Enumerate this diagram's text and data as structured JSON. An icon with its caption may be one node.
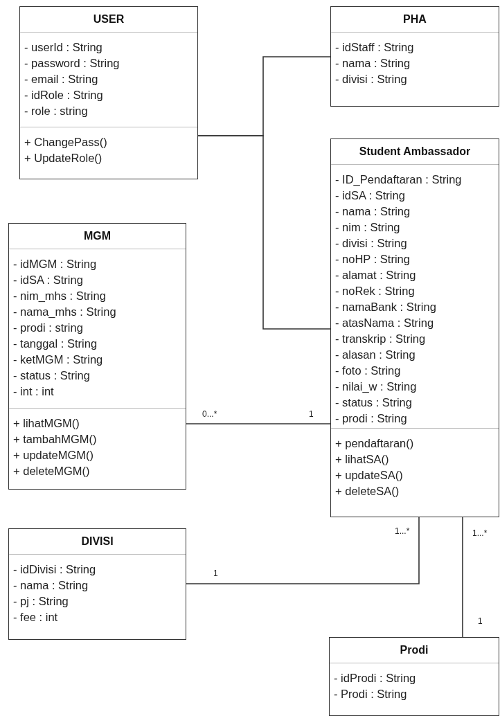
{
  "diagram": {
    "nodes": [
      {
        "text": [
          "USER"
        ]
      },
      {
        "text": [
          "- userId : String",
          "- password : String",
          "- email : String",
          "- idRole : String",
          "- role : string"
        ],
        "in": 0
      },
      {
        "text": [
          "+ ChangePass()",
          "+ UpdateRole()"
        ],
        "in": 0
      },
      {
        "text": [
          "PHA"
        ]
      },
      {
        "text": [
          "- idStaff : String",
          "- nama : String",
          "- divisi : String"
        ],
        "in": 3
      },
      {
        "text": [
          "Student Ambassador"
        ]
      },
      {
        "text": [
          "- ID_Pendaftaran : String",
          "- idSA : String",
          "- nama : String",
          "- nim : String",
          "- divisi : String",
          "- noHP : String",
          "- alamat : String",
          "- noRek : String",
          "- namaBank : String",
          "- atasNama : String",
          "- transkrip : String",
          "- alasan : String",
          "- foto : String",
          "- nilai_w : String",
          "- status : String",
          "- prodi : String"
        ],
        "in": 5
      },
      {
        "text": [
          "+ pendaftaran()",
          "+ lihatSA()",
          "+ updateSA()",
          "+ deleteSA()"
        ],
        "in": 5
      },
      {
        "text": [
          "MGM"
        ]
      },
      {
        "text": [
          "- idMGM : String",
          "- idSA : String",
          "- nim_mhs : String",
          "- nama_mhs : String",
          "- prodi : string",
          "- tanggal : String",
          "- ketMGM : String",
          "- status : String",
          "- int : int"
        ],
        "in": 8
      },
      {
        "text": [
          "+ lihatMGM()",
          "+ tambahMGM()",
          "+ updateMGM()",
          "+ deleteMGM()"
        ],
        "in": 8
      },
      {
        "text": [
          "DIVISI"
        ]
      },
      {
        "text": [
          "- idDivisi : String",
          "- nama : String",
          "- pj : String",
          "- fee : int"
        ],
        "in": 11
      },
      {
        "text": [
          "Prodi"
        ]
      },
      {
        "text": [
          "- idProdi : String",
          "- Prodi : String"
        ],
        "in": 13
      }
    ],
    "edges": [
      {
        "from": 0,
        "to": 3,
        "arrow": "none"
      },
      {
        "from": 0,
        "to": 5,
        "arrow": "none"
      },
      {
        "from": 8,
        "to": 5,
        "arrow": "none"
      },
      {
        "from": 11,
        "to": 5,
        "arrow": "none"
      },
      {
        "from": 5,
        "to": 13,
        "arrow": "none"
      }
    ],
    "labels": [
      "0...*",
      "1",
      "1...*",
      "1...*",
      "1",
      "1"
    ]
  }
}
